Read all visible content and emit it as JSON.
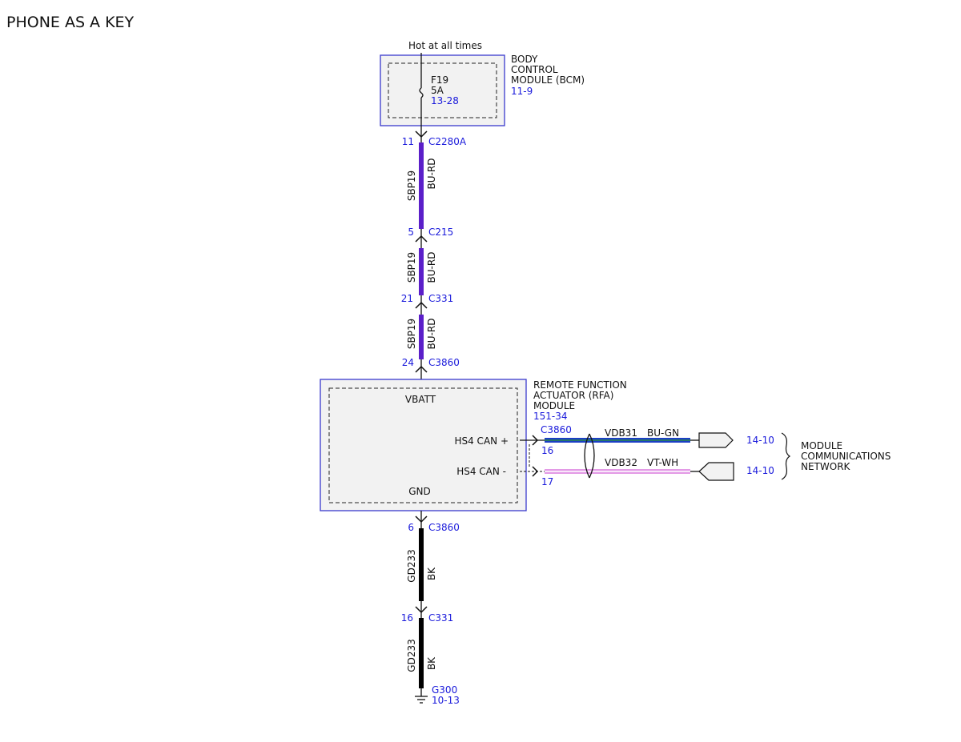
{
  "title": "PHONE AS A KEY",
  "colors": {
    "ref_text": "#1a1adb",
    "module_border": "#3a3acc",
    "module_fill": "#f2f2f2",
    "wire_bu_rd": "#5b1fc9",
    "wire_bk": "#000000",
    "wire_bu_gn": "#1c3fc4",
    "wire_vt_wh": "#e39ae6"
  },
  "power": {
    "label": "Hot at all times"
  },
  "bcm": {
    "name_lines": [
      "BODY",
      "CONTROL",
      "MODULE (BCM)"
    ],
    "ref": "11-9",
    "fuse_name": "F19",
    "fuse_rating": "5A",
    "fuse_ref": "13-28"
  },
  "connectors": {
    "c2280a": {
      "pin": "11",
      "name": "C2280A"
    },
    "c215": {
      "pin": "5",
      "name": "C215"
    },
    "c331_top": {
      "pin": "21",
      "name": "C331"
    },
    "c3860_top": {
      "pin": "24",
      "name": "C3860"
    },
    "c3860_bottom": {
      "pin": "6",
      "name": "C3860"
    },
    "c331_bottom": {
      "pin": "16",
      "name": "C331"
    },
    "c3860_can": {
      "name": "C3860",
      "pin_plus": "16",
      "pin_minus": "17"
    }
  },
  "wires": {
    "seg1": {
      "circuit": "SBP19",
      "color": "BU-RD"
    },
    "seg2": {
      "circuit": "SBP19",
      "color": "BU-RD"
    },
    "seg3": {
      "circuit": "SBP19",
      "color": "BU-RD"
    },
    "gnd1": {
      "circuit": "GD233",
      "color": "BK"
    },
    "gnd2": {
      "circuit": "GD233",
      "color": "BK"
    },
    "can_plus": {
      "circuit": "VDB31",
      "color": "BU-GN"
    },
    "can_minus": {
      "circuit": "VDB32",
      "color": "VT-WH"
    }
  },
  "rfa": {
    "name_lines": [
      "REMOTE FUNCTION",
      "ACTUATOR (RFA)",
      "MODULE"
    ],
    "ref": "151-34",
    "vbatt": "VBATT",
    "can_plus": "HS4 CAN +",
    "can_minus": "HS4 CAN -",
    "gnd": "GND"
  },
  "network": {
    "ref_plus": "14-10",
    "ref_minus": "14-10",
    "name_lines": [
      "MODULE",
      "COMMUNICATIONS",
      "NETWORK"
    ]
  },
  "ground": {
    "name": "G300",
    "ref": "10-13"
  }
}
